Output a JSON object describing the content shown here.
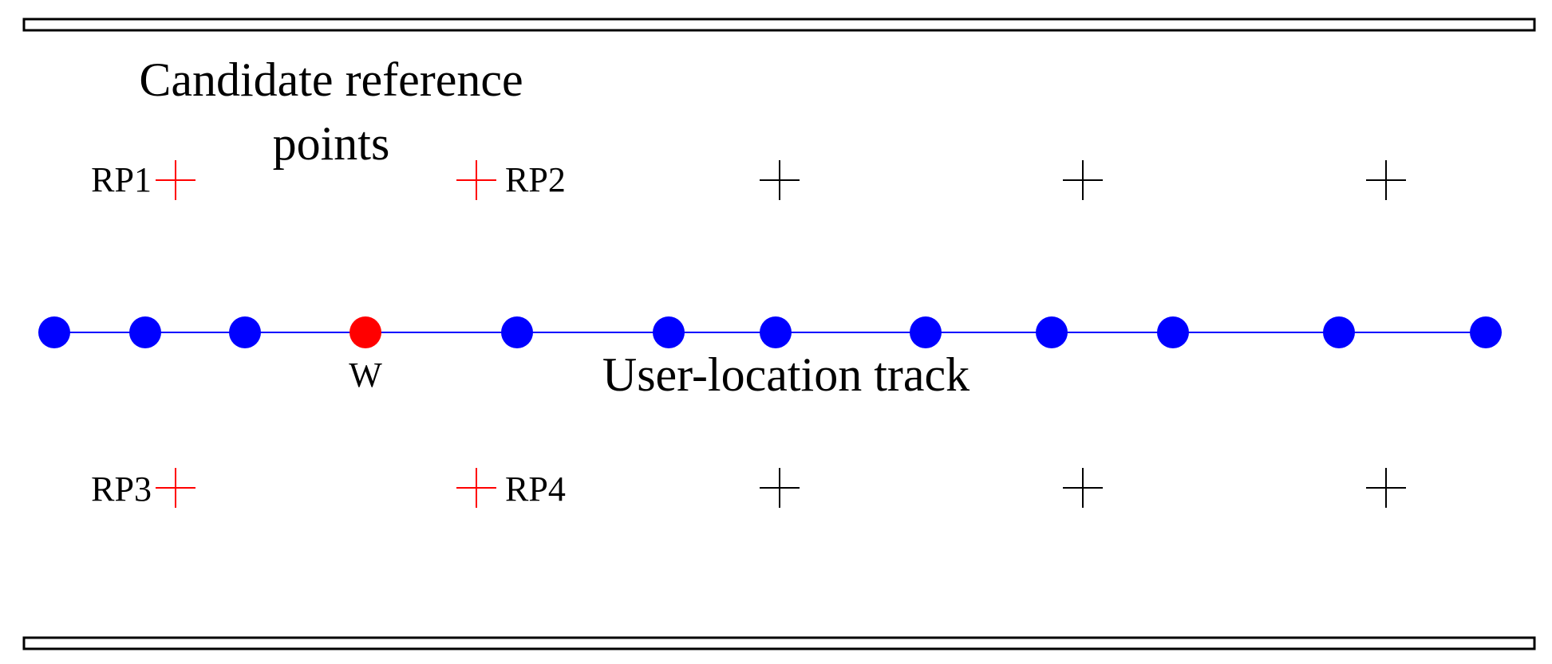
{
  "labels": {
    "candidate_line1": "Candidate reference",
    "candidate_line2": "points",
    "track": "User-location track",
    "waypoint": "W",
    "rp1": "RP1",
    "rp2": "RP2",
    "rp3": "RP3",
    "rp4": "RP4"
  },
  "colors": {
    "track_line": "#0000ff",
    "track_point": "#0000ff",
    "waypoint": "#ff0000",
    "highlighted_rp": "#ff0000",
    "other_rp": "#000000",
    "border": "#000000"
  },
  "icons": {
    "reference_point": "plus-cross-icon",
    "track_point": "filled-circle-icon"
  }
}
